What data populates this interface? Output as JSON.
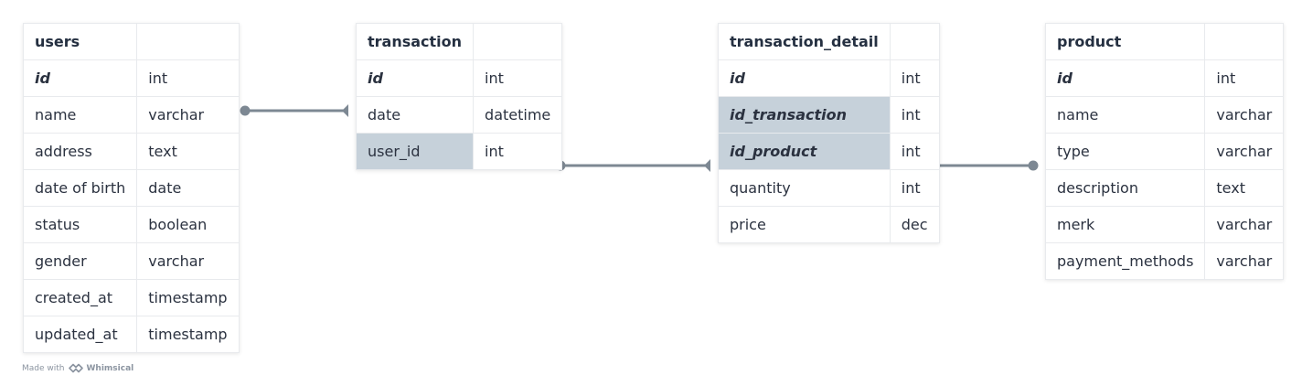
{
  "tables": {
    "users": {
      "name": "users",
      "rows": [
        {
          "field": "id",
          "type": "int"
        },
        {
          "field": "name",
          "type": "varchar"
        },
        {
          "field": "address",
          "type": "text"
        },
        {
          "field": "date of birth",
          "type": "date"
        },
        {
          "field": "status",
          "type": "boolean"
        },
        {
          "field": "gender",
          "type": "varchar"
        },
        {
          "field": "created_at",
          "type": "timestamp"
        },
        {
          "field": "updated_at",
          "type": "timestamp"
        }
      ]
    },
    "transaction": {
      "name": "transaction",
      "rows": [
        {
          "field": "id",
          "type": "int"
        },
        {
          "field": "date",
          "type": "datetime"
        },
        {
          "field": "user_id",
          "type": "int"
        }
      ]
    },
    "transaction_detail": {
      "name": "transaction_detail",
      "rows": [
        {
          "field": "id",
          "type": "int"
        },
        {
          "field": "id_transaction",
          "type": "int"
        },
        {
          "field": "id_product",
          "type": "int"
        },
        {
          "field": "quantity",
          "type": "int"
        },
        {
          "field": "price",
          "type": "dec"
        }
      ]
    },
    "product": {
      "name": "product",
      "rows": [
        {
          "field": "id",
          "type": "int"
        },
        {
          "field": "name",
          "type": "varchar"
        },
        {
          "field": "type",
          "type": "varchar"
        },
        {
          "field": "description",
          "type": "text"
        },
        {
          "field": "merk",
          "type": "varchar"
        },
        {
          "field": "payment_methods",
          "type": "varchar"
        }
      ]
    }
  },
  "footer": {
    "made_with": "Made with",
    "brand": "Whimsical"
  },
  "colors": {
    "connector": "#7d8893",
    "key_highlight": "#c6d1da"
  },
  "icons": {
    "brand_logo": "whimsical-logo-icon"
  }
}
